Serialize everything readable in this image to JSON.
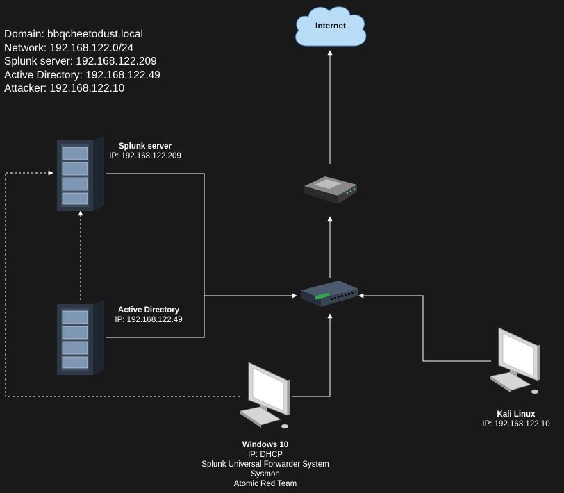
{
  "info": {
    "lines": [
      "Domain: bbqcheetodust.local",
      "Network: 192.168.122.0/24",
      "Splunk server: 192.168.122.209",
      "Active Directory: 192.168.122.49",
      "Attacker: 192.168.122.10"
    ]
  },
  "nodes": {
    "internet": {
      "label": "Internet"
    },
    "splunk": {
      "title": "Splunk server",
      "ip": "IP: 192.168.122.209"
    },
    "ad": {
      "title": "Active Directory",
      "ip": "IP: 192.168.122.49"
    },
    "windows": {
      "title": "Windows 10",
      "ip": "IP: DHCP",
      "details": [
        "Splunk Universal Forwarder System",
        "Sysmon",
        "Atomic Red Team"
      ]
    },
    "kali": {
      "title": "Kali Linux",
      "ip": "IP: 192.168.122.10"
    }
  },
  "colors": {
    "background": "#191919",
    "text": "#ffffff",
    "cloud": "#b9dcf7",
    "wire": "#ffffff"
  }
}
